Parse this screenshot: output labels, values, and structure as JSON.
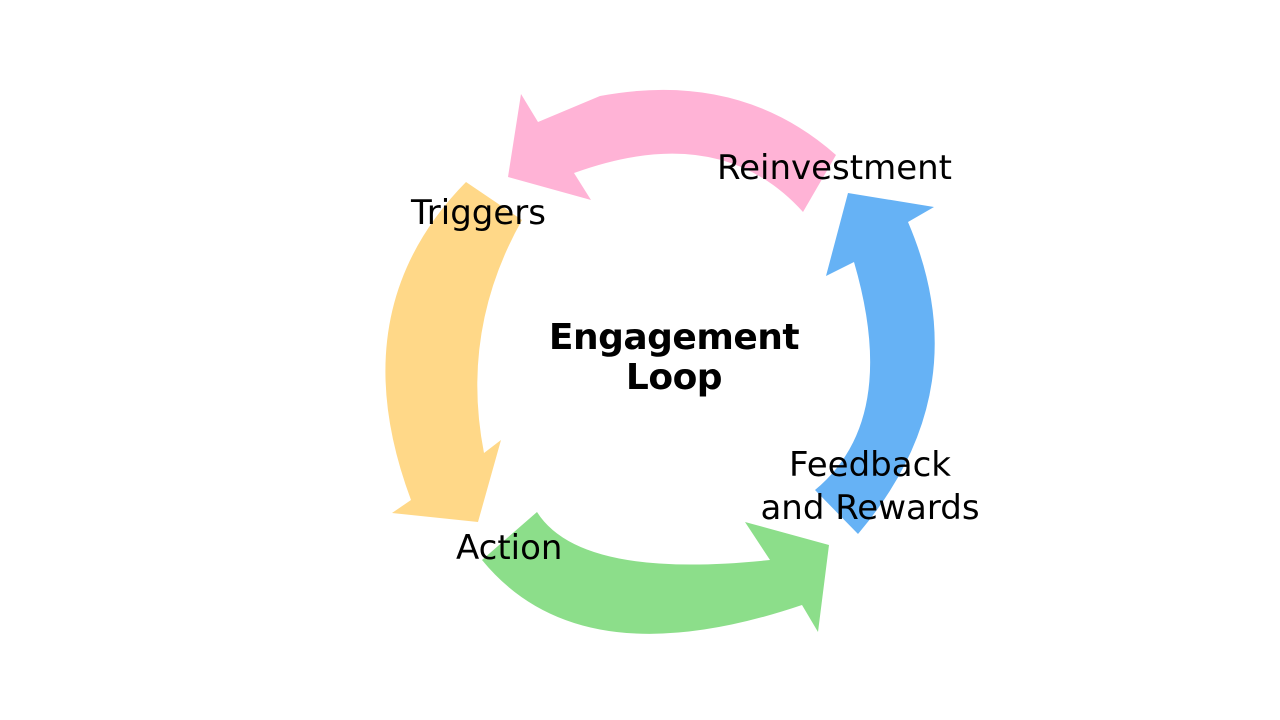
{
  "title": "Engagement\nLoop",
  "stages": [
    {
      "key": "triggers",
      "label": "Triggers",
      "color": "#FFD888"
    },
    {
      "key": "action",
      "label": "Action",
      "color": "#8CDE8A"
    },
    {
      "key": "feedback",
      "label": "Feedback and Rewards",
      "color": "#66B2F5"
    },
    {
      "key": "reinvestment",
      "label": "Reinvestment",
      "color": "#FFB3D6"
    }
  ]
}
